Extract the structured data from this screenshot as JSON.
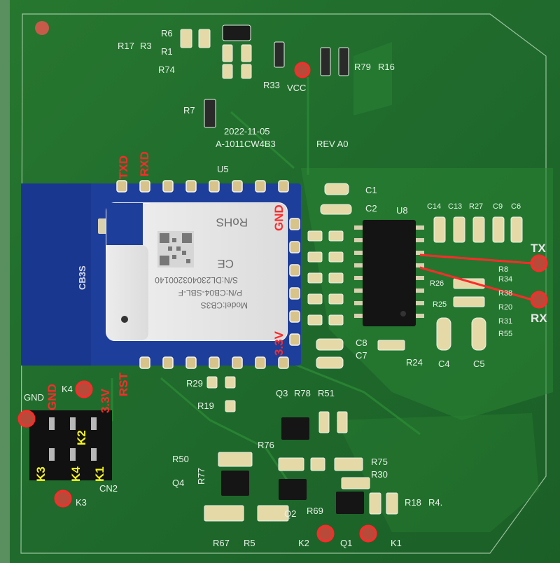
{
  "board": {
    "date": "2022-11-05",
    "part_no": "A-1011CW4B3",
    "rev": "REV A0",
    "module_label": "U5",
    "module_name": "CB3S",
    "ic_label": "U8",
    "connector_label": "CN2"
  },
  "module_text": {
    "rohs": "RoHS",
    "ce": "CE",
    "model": "Model:CB3S",
    "pn": "P/N:CB04-SBL-F",
    "sn": "S/N:DL23040320014​0"
  },
  "red_labels": {
    "txd": "TXD",
    "rxd": "RXD",
    "gnd_module": "GND",
    "v33_module": "3.3V",
    "rst": "RST",
    "gnd_conn": "GND",
    "v33_conn": "3.3V",
    "tx": "TX",
    "rx": "RX"
  },
  "header_labels": {
    "k2": "K2",
    "k3": "K3",
    "k4": "K4",
    "k1": "K1"
  },
  "silk": {
    "r6": "R6",
    "r17": "R17",
    "r3": "R3",
    "r1": "R1",
    "r74": "R74",
    "r33": "R33",
    "vcc": "VCC",
    "r79": "R79",
    "r16": "R16",
    "r7": "R7",
    "c1": "C1",
    "c2": "C2",
    "c14": "C14",
    "c13": "C13",
    "r27": "R27",
    "c9": "C9",
    "c6": "C6",
    "r26": "R26",
    "r34": "R34",
    "r8": "R8",
    "r38": "R38",
    "r25": "R25",
    "r20": "R20",
    "r31": "R31",
    "r55": "R55",
    "c8": "C8",
    "c7": "C7",
    "r24": "R24",
    "c4": "C4",
    "c5": "C5",
    "r29": "R29",
    "r19": "R19",
    "q3": "Q3",
    "r78": "R78",
    "r51": "R51",
    "r76": "R76",
    "r50": "R50",
    "r77": "R77",
    "q4": "Q4",
    "r75": "R75",
    "r30": "R30",
    "q2": "Q2",
    "r69": "R69",
    "r18": "R18",
    "r4": "R4.",
    "r67": "R67",
    "r5": "R5",
    "k2b": "K2",
    "q1": "Q1",
    "k1b": "K1",
    "gnd_silk": "GND",
    "k4_silk": "K4",
    "k3_silk": "K3"
  },
  "colors": {
    "pcb": "#1f6a2c",
    "module_blue": "#1d3e9a",
    "highlight_red": "#ff2a2a",
    "label_yellow": "#f5f51e"
  }
}
